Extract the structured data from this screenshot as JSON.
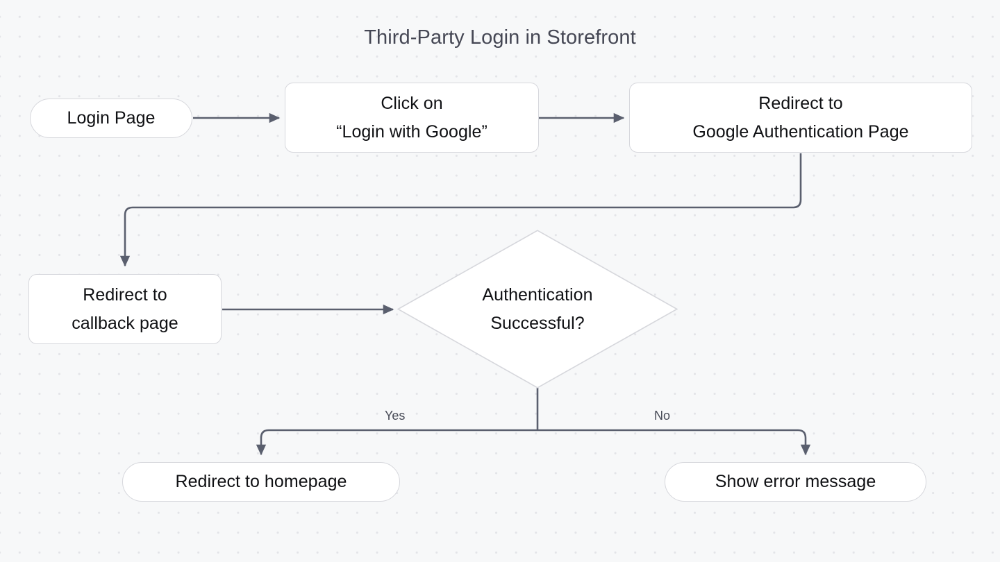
{
  "diagram": {
    "title": "Third-Party Login in Storefront",
    "type": "flowchart",
    "direction": "top-down",
    "background": "#f7f8f9",
    "dot_grid_color": "#e3e4e8",
    "node_fill": "#ffffff",
    "node_border": "#d6d7dc",
    "node_text_color": "#0f1013",
    "edge_color": "#5a5f6e",
    "title_color": "#454754"
  },
  "nodes": {
    "login_page": {
      "label": "Login Page",
      "shape": "stadium"
    },
    "click_login_google": {
      "label": "Click on\n“Login with Google”",
      "shape": "rounded-rect"
    },
    "redirect_google_auth": {
      "label": "Redirect to\nGoogle Authentication Page",
      "shape": "rounded-rect"
    },
    "redirect_callback": {
      "label": "Redirect to\ncallback page",
      "shape": "rounded-rect"
    },
    "auth_successful": {
      "label": "Authentication\nSuccessful?",
      "shape": "diamond"
    },
    "redirect_homepage": {
      "label": "Redirect to homepage",
      "shape": "stadium"
    },
    "show_error": {
      "label": "Show error message",
      "shape": "stadium"
    }
  },
  "edges": [
    {
      "from": "login_page",
      "to": "click_login_google",
      "label": ""
    },
    {
      "from": "click_login_google",
      "to": "redirect_google_auth",
      "label": ""
    },
    {
      "from": "redirect_google_auth",
      "to": "redirect_callback",
      "label": ""
    },
    {
      "from": "redirect_callback",
      "to": "auth_successful",
      "label": ""
    },
    {
      "from": "auth_successful",
      "to": "redirect_homepage",
      "label": "Yes"
    },
    {
      "from": "auth_successful",
      "to": "show_error",
      "label": "No"
    }
  ],
  "edge_labels": {
    "yes": "Yes",
    "no": "No"
  }
}
